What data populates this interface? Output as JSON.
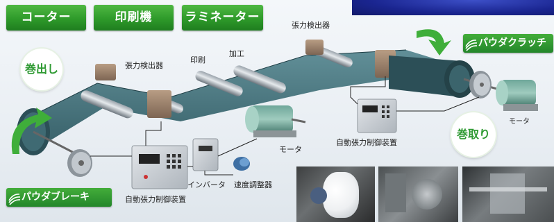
{
  "tabs": {
    "coater": "コーター",
    "printing_machine": "印刷機",
    "laminator": "ラミネーター"
  },
  "badges": {
    "powder_clutch": "パウダクラッチ",
    "powder_brake": "パウダブレーキ"
  },
  "circles": {
    "unwind": "巻出し",
    "rewind": "巻取り"
  },
  "labels": {
    "tension_detector_1": "張力検出器",
    "printing": "印刷",
    "processing": "加工",
    "tension_detector_2": "張力検出器",
    "auto_tension_controller_1": "自動張力制御装置",
    "auto_tension_controller_2": "自動張力制御装置",
    "motor_1": "モータ",
    "motor_2": "モータ",
    "inverter": "インバータ",
    "speed_regulator": "速度調整器"
  },
  "colors": {
    "accent_green": "#2e9a2a",
    "film": "#3d6b74",
    "machine_gray": "#c9ced3"
  }
}
